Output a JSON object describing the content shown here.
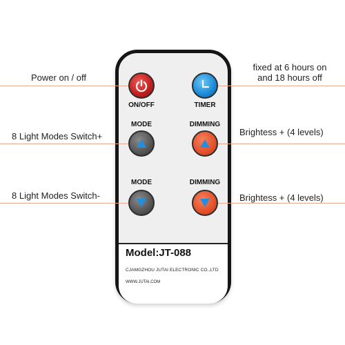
{
  "callouts": {
    "power": "Power on / off",
    "timer_line1": "fixed at 6 hours on",
    "timer_line2": "and 18 hours off",
    "mode_up": "8 Light Modes Switch+",
    "dimming_up": "Brightess + (4 levels)",
    "mode_down": "8 Light Modes Switch-",
    "dimming_down": "Brightess + (4 levels)"
  },
  "buttons": {
    "onoff": {
      "label": "ON/OFF",
      "icon": "power-icon",
      "color": "#c8201f"
    },
    "timer": {
      "label": "TIMER",
      "icon": "clock-icon",
      "color": "#1a8ad6"
    },
    "mode_up": {
      "label": "MODE",
      "icon": "triangle-up-icon",
      "color": "#555555"
    },
    "dimming_up": {
      "label": "DIMMING",
      "icon": "triangle-up-icon",
      "color": "#e2512a"
    },
    "mode_down": {
      "label": "MODE",
      "icon": "triangle-down-icon",
      "color": "#555555"
    },
    "dimming_down": {
      "label": "DIMMING",
      "icon": "triangle-down-icon",
      "color": "#e2512a"
    }
  },
  "panel": {
    "model": "Model:JT-088",
    "manufacturer": "CJAMGZHOU JUTAI ELECTRONIC CO.,LTD",
    "website": "WWW.JUTAI.COM"
  },
  "colors": {
    "remote_body": "#efefef",
    "remote_border": "#151515",
    "leader_line": "#e8a98f",
    "arrow_icon": "#1f8fe0"
  }
}
